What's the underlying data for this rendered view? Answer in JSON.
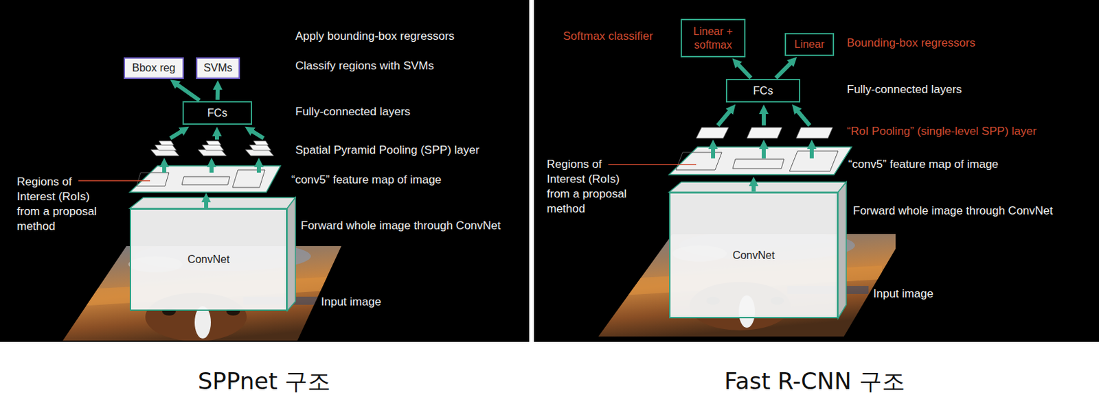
{
  "diagram": {
    "nodes": [
      {
        "text": [
          "Bbox reg"
        ]
      },
      {
        "text": [
          "SVMs"
        ]
      },
      {
        "text": [
          "FCs"
        ]
      },
      {
        "text": [
          "ConvNet"
        ]
      },
      {
        "text": [
          "Linear + softmax"
        ]
      },
      {
        "text": [
          "Linear"
        ]
      },
      {
        "text": [
          "FCs"
        ]
      },
      {
        "text": [
          "ConvNet"
        ]
      }
    ],
    "edges": [
      {
        "from": 2,
        "to": 0,
        "arrow": "to"
      },
      {
        "from": 2,
        "to": 1,
        "arrow": "to"
      },
      {
        "from": 6,
        "to": 4,
        "arrow": "to"
      },
      {
        "from": 6,
        "to": 5,
        "arrow": "to"
      }
    ],
    "labels": [
      "Apply bounding-box regressors",
      "Classify regions with SVMs",
      "Fully-connected layers",
      "Spatial Pyramid Pooling (SPP) layer",
      "Regions of Interest (RoIs) from a proposal method",
      "“conv5” feature map of image",
      "Forward whole image through ConvNet",
      "Input image",
      "Softmax classifier",
      "Bounding-box regressors",
      "Fully-connected layers",
      "“RoI Pooling” (single-level SPP) layer",
      "Regions of Interest (RoIs) from a proposal method",
      "“conv5” feature map of image",
      "Forward whole image through ConvNet",
      "Input image",
      "SPPnet 구조",
      "Fast R-CNN 구조"
    ]
  }
}
